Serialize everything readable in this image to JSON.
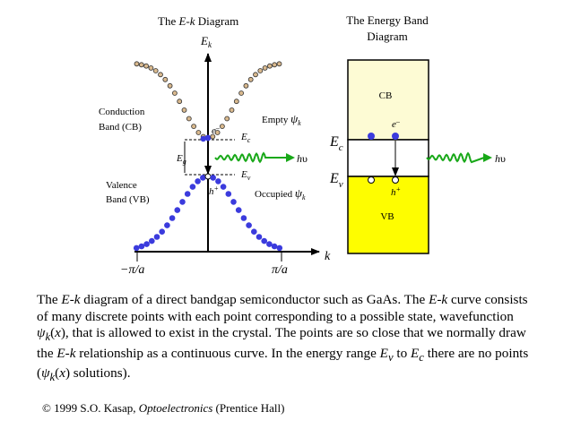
{
  "ek": {
    "title_pre": "The ",
    "title_em": "E-k",
    "title_post": " Diagram",
    "axis_e": "E",
    "axis_e_sub": "k",
    "axis_k": "k",
    "neg_pi_a": "−π/a",
    "pos_pi_a": "π/a",
    "cb_label_1": "Conduction",
    "cb_label_2": "Band (CB)",
    "vb_label_1": "Valence",
    "vb_label_2": "Band (VB)",
    "empty_text": "Empty ",
    "occupied_text": "Occupied ",
    "psi": "ψ",
    "psi_sub": "k",
    "e_sym": "E",
    "ec_sub": "c",
    "ev_sub": "v",
    "eg_sub": "g",
    "electron": "e",
    "minus": "–",
    "hole": "h",
    "plus": "+",
    "photon_h": "h",
    "photon_nu": "υ"
  },
  "band": {
    "title_1": "The Energy Band",
    "title_2": "Diagram",
    "cb": "CB",
    "vb": "VB",
    "ec_main": "E",
    "ec_sub": "c",
    "ev_main": "E",
    "ev_sub": "v",
    "electron": "e",
    "minus": "–",
    "hole": "h",
    "plus": "+",
    "photon_h": "h",
    "photon_nu": "υ"
  },
  "colors": {
    "cb_fill": "#fdfbd4",
    "vb_fill": "#fefd00",
    "dot_blue": "#3b3bdd",
    "open_dot": "#d9b98e",
    "wave": "#18a818"
  },
  "caption": {
    "s1": "The ",
    "s2": "E-k",
    "s3": " diagram of a direct bandgap semiconductor such as GaAs. The ",
    "s4": "E-k",
    "s5": " curve consists of many discrete points with each point corresponding to a possible state, wavefunction ",
    "psi1": "ψ",
    "psi1_sub": "k",
    "s6": "(",
    "x1": "x",
    "s7": "), that is allowed to exist in the crystal. The points are so close that we normally draw the ",
    "s8": "E-k",
    "s9": " relationship as a continuous curve. In the energy range ",
    "ev": "E",
    "ev_sub": "v",
    "s10": " to ",
    "ec": "E",
    "ec_sub": "c",
    "s11": " there are no points (",
    "psi2": "ψ",
    "psi2_sub": "k",
    "s12": "(",
    "x2": "x",
    "s13": ") solutions)."
  },
  "credit": {
    "c1": "© 1999 S.O. Kasap, ",
    "c2": "Optoelectronics",
    "c3": " (Prentice Hall)"
  }
}
